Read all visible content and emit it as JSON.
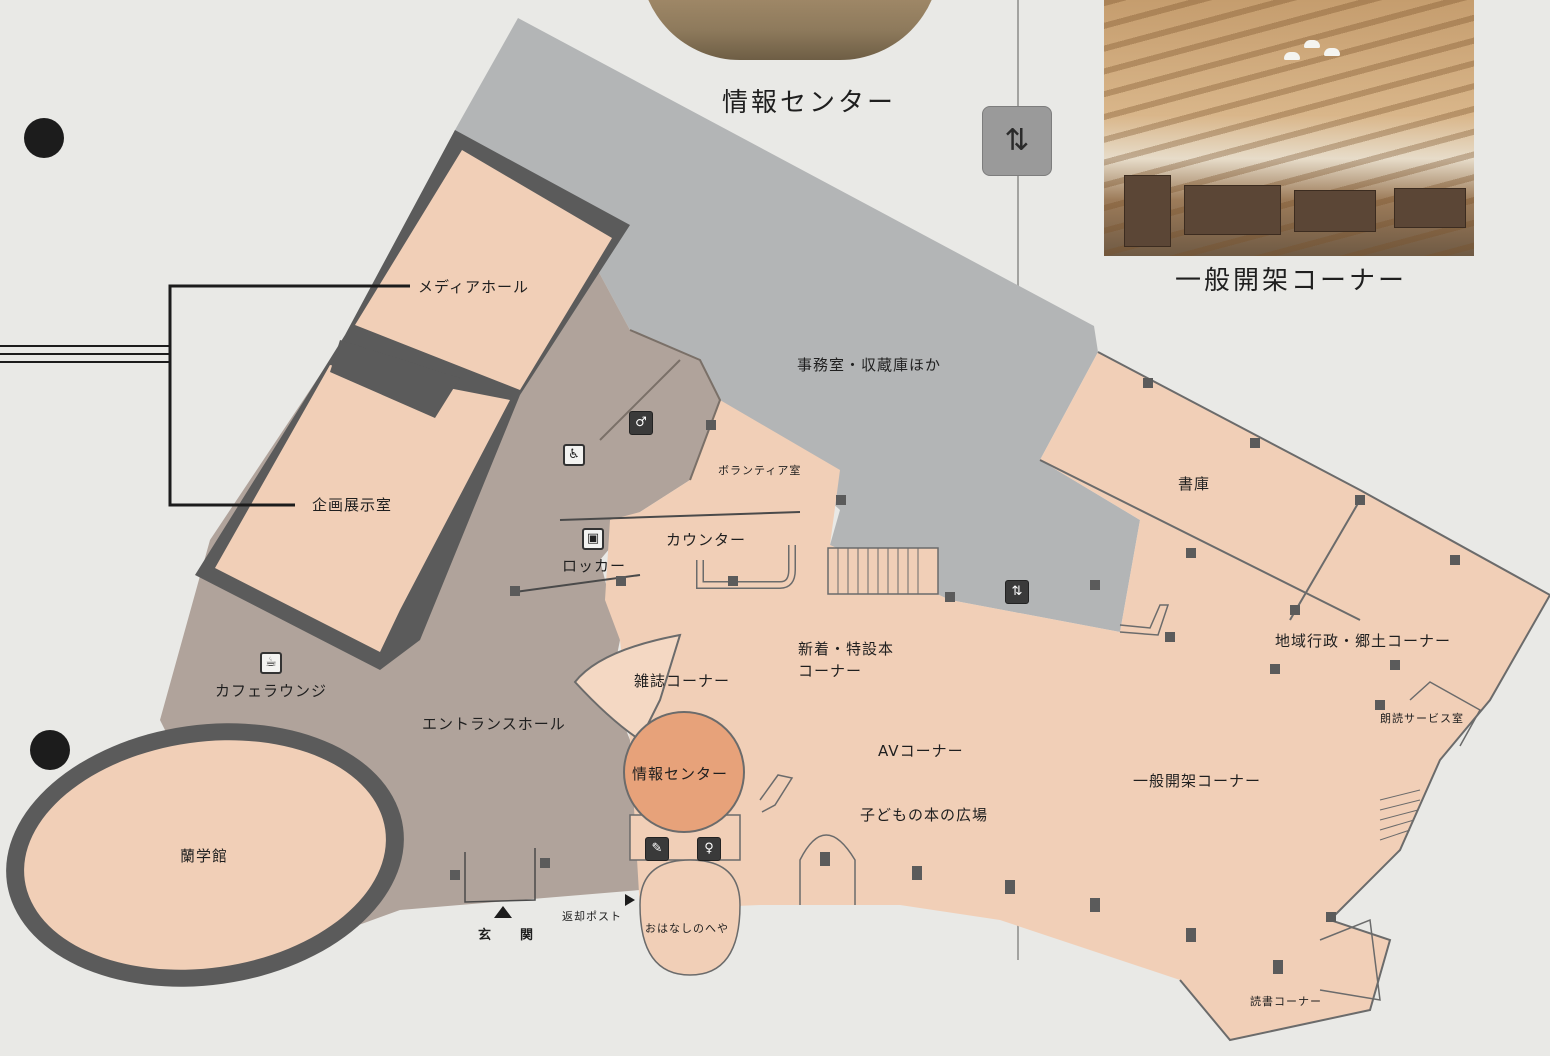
{
  "header": {
    "photo_top_caption": "情報センター",
    "photo_right_caption": "一般開架コーナー"
  },
  "rooms": {
    "media_hall": "メディアホール",
    "exhibition_room": "企画展示室",
    "cafe_lounge": "カフェラウンジ",
    "rangaku_hall": "蘭学館",
    "entrance_hall": "エントランスホール",
    "entrance": "玄　関",
    "return_post": "返却ポスト",
    "story_room": "おはなしのへや",
    "info_center": "情報センター",
    "magazine_corner": "雑誌コーナー",
    "counter": "カウンター",
    "locker": "ロッカー",
    "volunteer_room": "ボランティア室",
    "office_storage": "事務室・収蔵庫ほか",
    "new_books_line1": "新着・特設本",
    "new_books_line2": "コーナー",
    "av_corner": "AVコーナー",
    "children_plaza": "子どもの本の広場",
    "general_stacks": "一般開架コーナー",
    "stack_room": "書庫",
    "local_corner": "地域行政・郷土コーナー",
    "reading_service_room": "朗読サービス室",
    "reading_corner": "読書コーナー"
  },
  "icons": {
    "elevator_large": "elevator-icon",
    "elevator_small": "elevator-icon",
    "restroom_upper": "restroom-icon",
    "accessible": "wheelchair-icon",
    "locker": "locker-icon",
    "cafe": "cafe-icon",
    "nursing": "baby-care-icon",
    "restroom_lower": "restroom-icon"
  },
  "colors": {
    "background": "#e9e9e6",
    "public_area": "#f1cfb7",
    "circulation": "#b0a39b",
    "staff_area": "#b3b5b6",
    "room_border": "#5b5b5b",
    "highlight": "#e7a27a"
  }
}
